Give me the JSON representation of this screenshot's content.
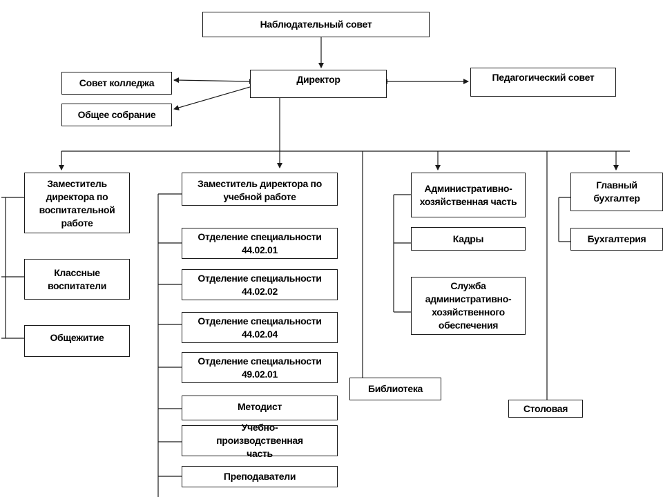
{
  "nodes": {
    "supervisory_board": "Наблюдательный совет",
    "director": "Директор",
    "college_council": "Совет колледжа",
    "general_meeting": "Общее собрание",
    "pedagogical_council": "Педагогический совет",
    "deputy_educational": "Заместитель директора по воспитательной работе",
    "class_tutors": "Классные воспитатели",
    "dormitory": "Общежитие",
    "deputy_academic": "Заместитель директора по учебной работе",
    "dept_44_02_01": "Отделение специальности 44.02.01",
    "dept_44_02_02": "Отделение специальности  44.02.02",
    "dept_44_02_04": "Отделение специальности 44.02.04",
    "dept_49_02_01": "Отделение специальности 49.02.01",
    "methodologist": "Методист",
    "training_production": "Учебно-производственная часть",
    "teachers": "Преподаватели",
    "library": "Библиотека",
    "admin_economic": "Административно-хозяйственная часть",
    "personnel": "Кадры",
    "admin_support_service": "Служба административно-хозяйственного обеспечения",
    "chief_accountant": "Главный бухгалтер",
    "accounting": "Бухгалтерия",
    "canteen": "Столовая"
  },
  "colors": {
    "line": "#1a1a1a",
    "box_border": "#1a1a1a",
    "text": "#000000"
  }
}
